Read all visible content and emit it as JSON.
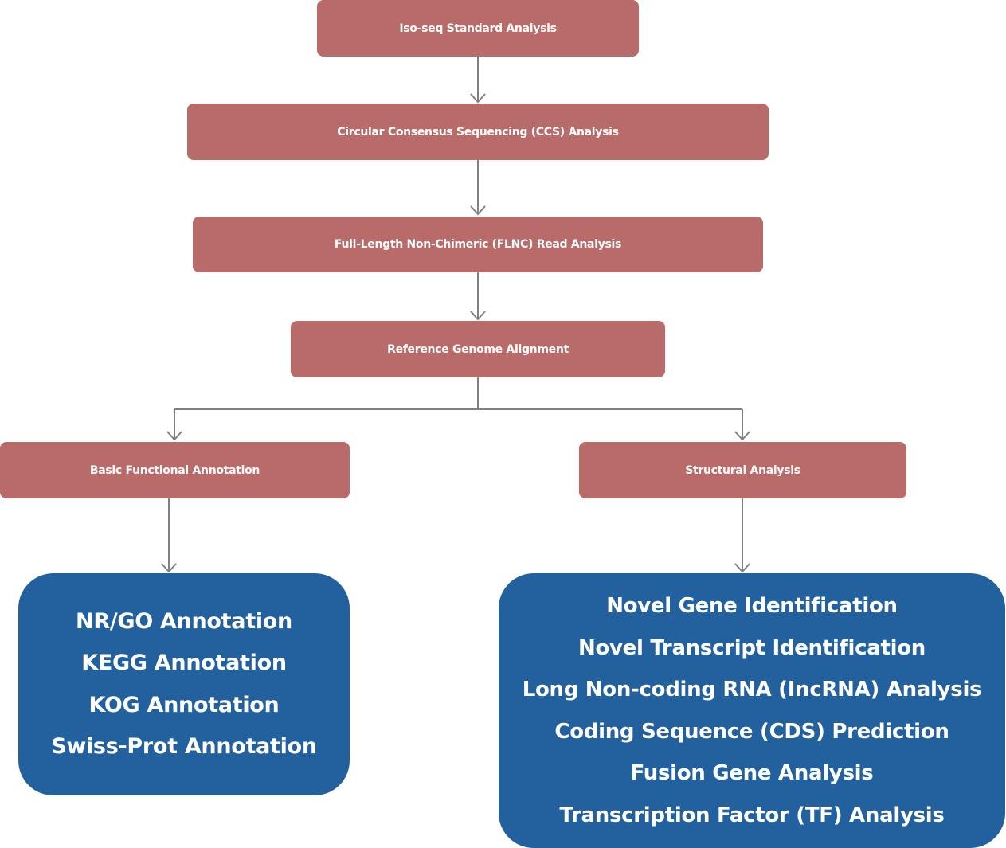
{
  "colors": {
    "step_fill": "#b96b69",
    "result_fill": "#22609e",
    "text": "#ffffff",
    "connector": "#808080"
  },
  "steps": {
    "iso_seq": "Iso-seq Standard Analysis",
    "ccs": "Circular Consensus Sequencing (CCS) Analysis",
    "flnc": "Full-Length Non-Chimeric (FLNC) Read Analysis",
    "alignment": "Reference Genome Alignment",
    "basic_annotation": "Basic Functional Annotation",
    "structural": "Structural Analysis"
  },
  "annotation_outputs": [
    "NR/GO Annotation",
    "KEGG Annotation",
    "KOG Annotation",
    "Swiss-Prot Annotation"
  ],
  "structural_outputs": [
    "Novel Gene Identification",
    "Novel Transcript Identification",
    "Long Non-coding RNA (IncRNA) Analysis",
    "Coding Sequence (CDS) Prediction",
    "Fusion Gene Analysis",
    "Transcription Factor (TF) Analysis"
  ]
}
